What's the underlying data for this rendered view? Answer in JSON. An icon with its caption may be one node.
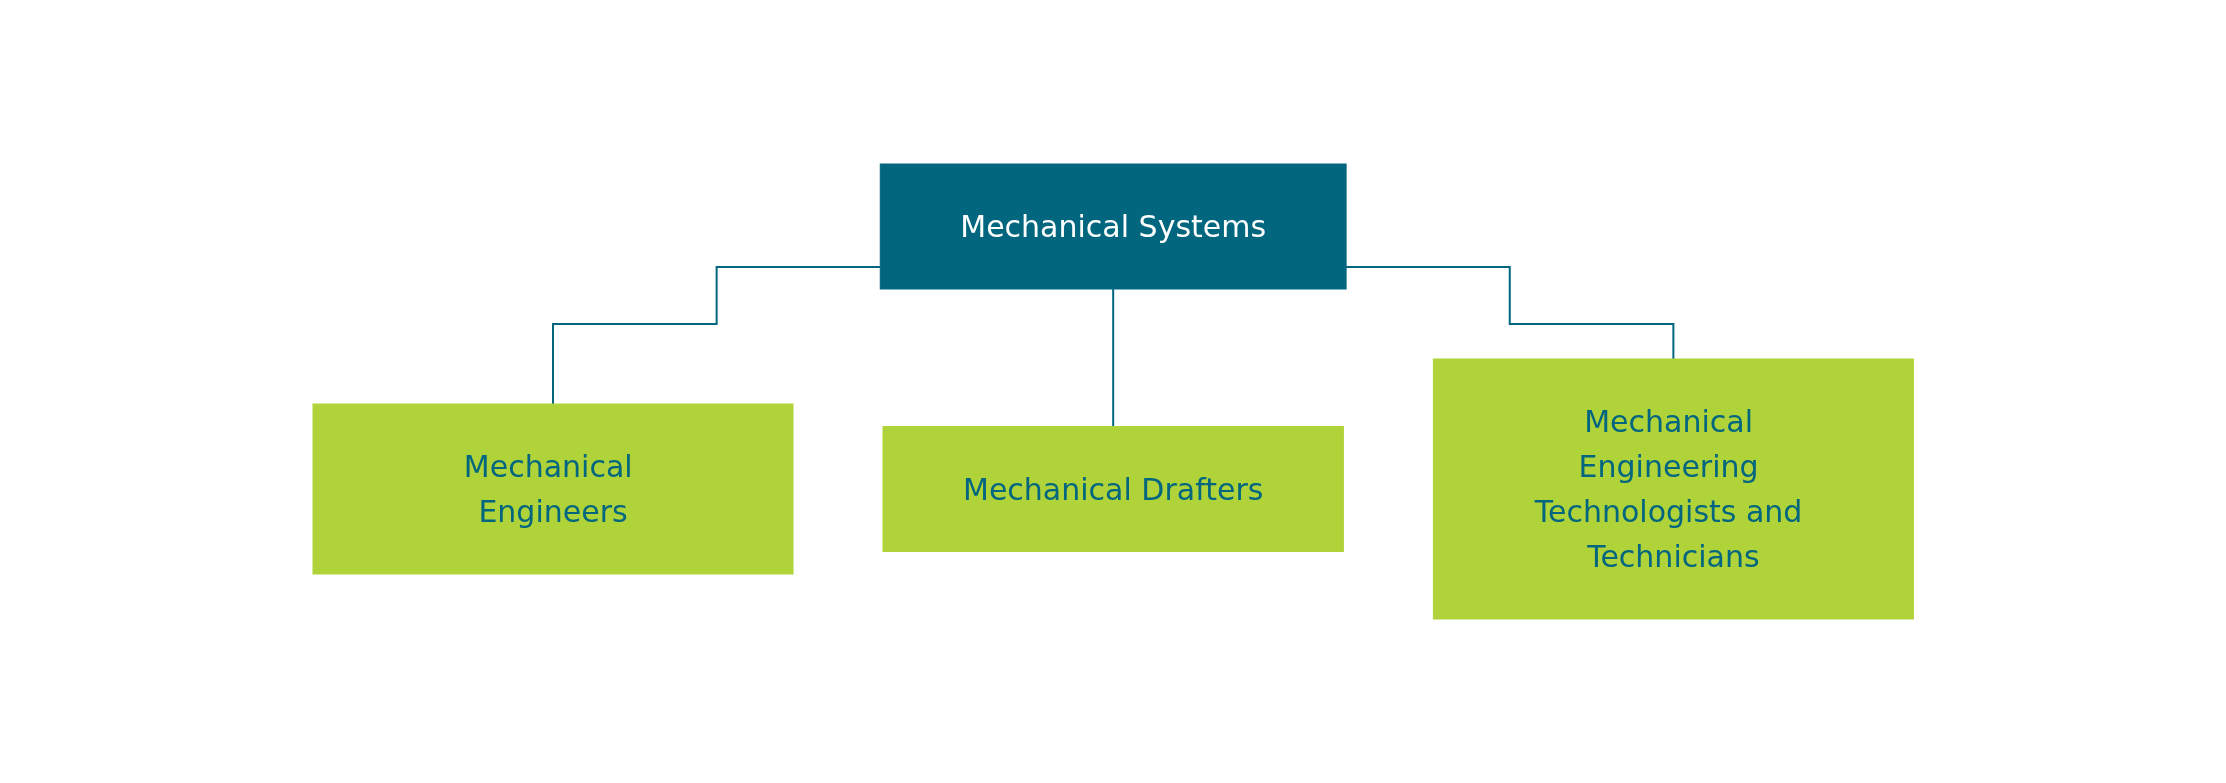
{
  "diagram": {
    "nodes": [
      {
        "text": [
          "Mechanical Systems"
        ]
      },
      {
        "text": [
          "Mechanical Engineers"
        ]
      },
      {
        "text": [
          "Mechanical Drafters"
        ]
      },
      {
        "text": [
          "Mechanical Engineering Technologists and Technicians"
        ]
      }
    ],
    "edges": [
      {
        "from": 0,
        "to": 1,
        "arrow": "none"
      },
      {
        "from": 0,
        "to": 2,
        "arrow": "none"
      },
      {
        "from": 0,
        "to": 3,
        "arrow": "none"
      }
    ]
  }
}
